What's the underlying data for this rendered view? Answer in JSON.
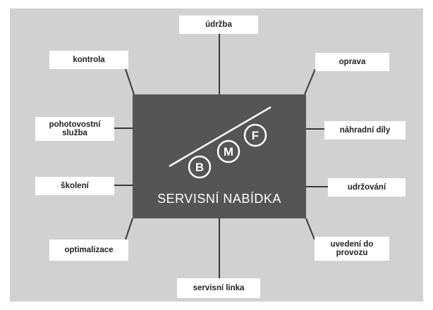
{
  "diagram": {
    "center": {
      "title": "SERVISNÍ NABÍDKA",
      "logo_letters": [
        "B",
        "M",
        "F"
      ]
    },
    "items": {
      "udrzba": "údržba",
      "kontrola": "kontrola",
      "oprava": "oprava",
      "pohotovostni_line1": "pohotovostní",
      "pohotovostni_line2": "služba",
      "nahradni_dily": "náhradní díly",
      "skoleni": "školení",
      "udrzovani": "udržování",
      "optimalizace": "optimalizace",
      "uvedeni_line1": "uvedení do",
      "uvedeni_line2": "provozu",
      "servisni_linka": "servisní linka"
    },
    "colors": {
      "background": "#d1d1d1",
      "center_box": "#555555",
      "label_box": "#ffffff",
      "connector": "#3a3a3a",
      "text_dark": "#222222",
      "text_light": "#ffffff"
    }
  }
}
